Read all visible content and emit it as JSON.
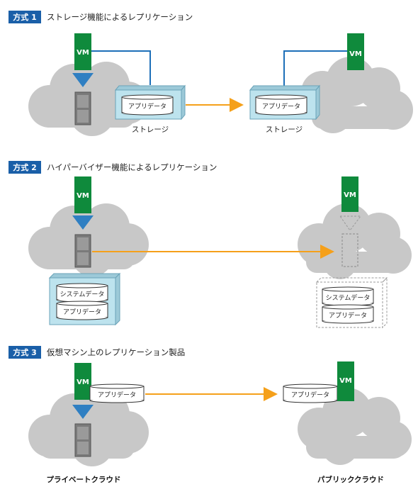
{
  "sections": [
    {
      "badge": "方式 1",
      "title": "ストレージ機能によるレプリケーション"
    },
    {
      "badge": "方式 2",
      "title": "ハイパーバイザー機能によるレプリケーション"
    },
    {
      "badge": "方式 3",
      "title": "仮想マシン上のレプリケーション製品"
    }
  ],
  "labels": {
    "vm": "VM",
    "app_data": "アプリデータ",
    "system_data": "システムデータ",
    "storage": "ストレージ",
    "private_cloud": "プライベートクラウド",
    "public_cloud": "パブリッククラウド"
  },
  "colors": {
    "badge": "#1a5fa8",
    "vm": "#0f8a3c",
    "vm_arrow": "#2f7fc2",
    "cloud": "#c8c8c8",
    "replication_arrow": "#f5a01a",
    "storage_box": "#bde3ee",
    "link_line": "#1d6fb8"
  }
}
